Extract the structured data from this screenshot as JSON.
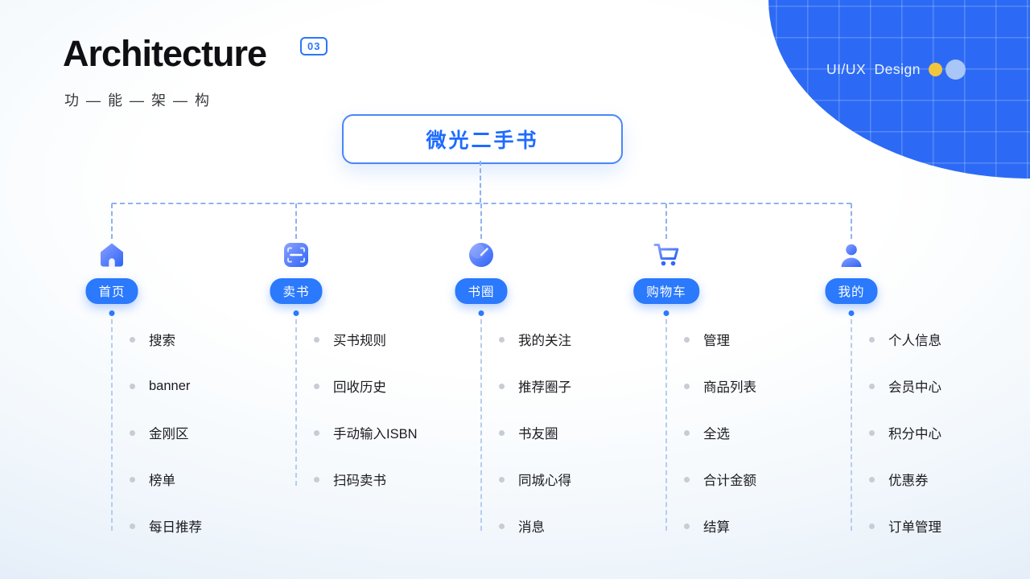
{
  "header": {
    "title": "Architecture",
    "badge": "03",
    "subtitle": "功 — 能 — 架 — 构"
  },
  "corner": {
    "label": "UI/UX Design"
  },
  "root": {
    "label": "微光二手书"
  },
  "columns": [
    {
      "label": "首页",
      "icon": "home-icon",
      "items": [
        "搜索",
        "banner",
        "金刚区",
        "榜单",
        "每日推荐"
      ]
    },
    {
      "label": "卖书",
      "icon": "scan-book-icon",
      "items": [
        "买书规则",
        "回收历史",
        "手动输入ISBN",
        "扫码卖书"
      ]
    },
    {
      "label": "书圈",
      "icon": "book-circle-icon",
      "items": [
        "我的关注",
        "推荐圈子",
        "书友圈",
        "同城心得",
        "消息"
      ]
    },
    {
      "label": "购物车",
      "icon": "cart-icon",
      "items": [
        "管理",
        "商品列表",
        "全选",
        "合计金额",
        "结算"
      ]
    },
    {
      "label": "我的",
      "icon": "user-icon",
      "items": [
        "个人信息",
        "会员中心",
        "积分中心",
        "优惠券",
        "订单管理"
      ]
    }
  ],
  "colors": {
    "accent_blue": "#2b79fc",
    "root_text_blue": "#1e6bff",
    "corner_blue": "#2c6af5",
    "yellow_dot": "#f2c63c",
    "light_blue_dot": "#a9c6f8",
    "bullet_gray": "#c7ccd5",
    "connector_blue": "#8fb3ee",
    "text_dark": "#1c1c20"
  }
}
